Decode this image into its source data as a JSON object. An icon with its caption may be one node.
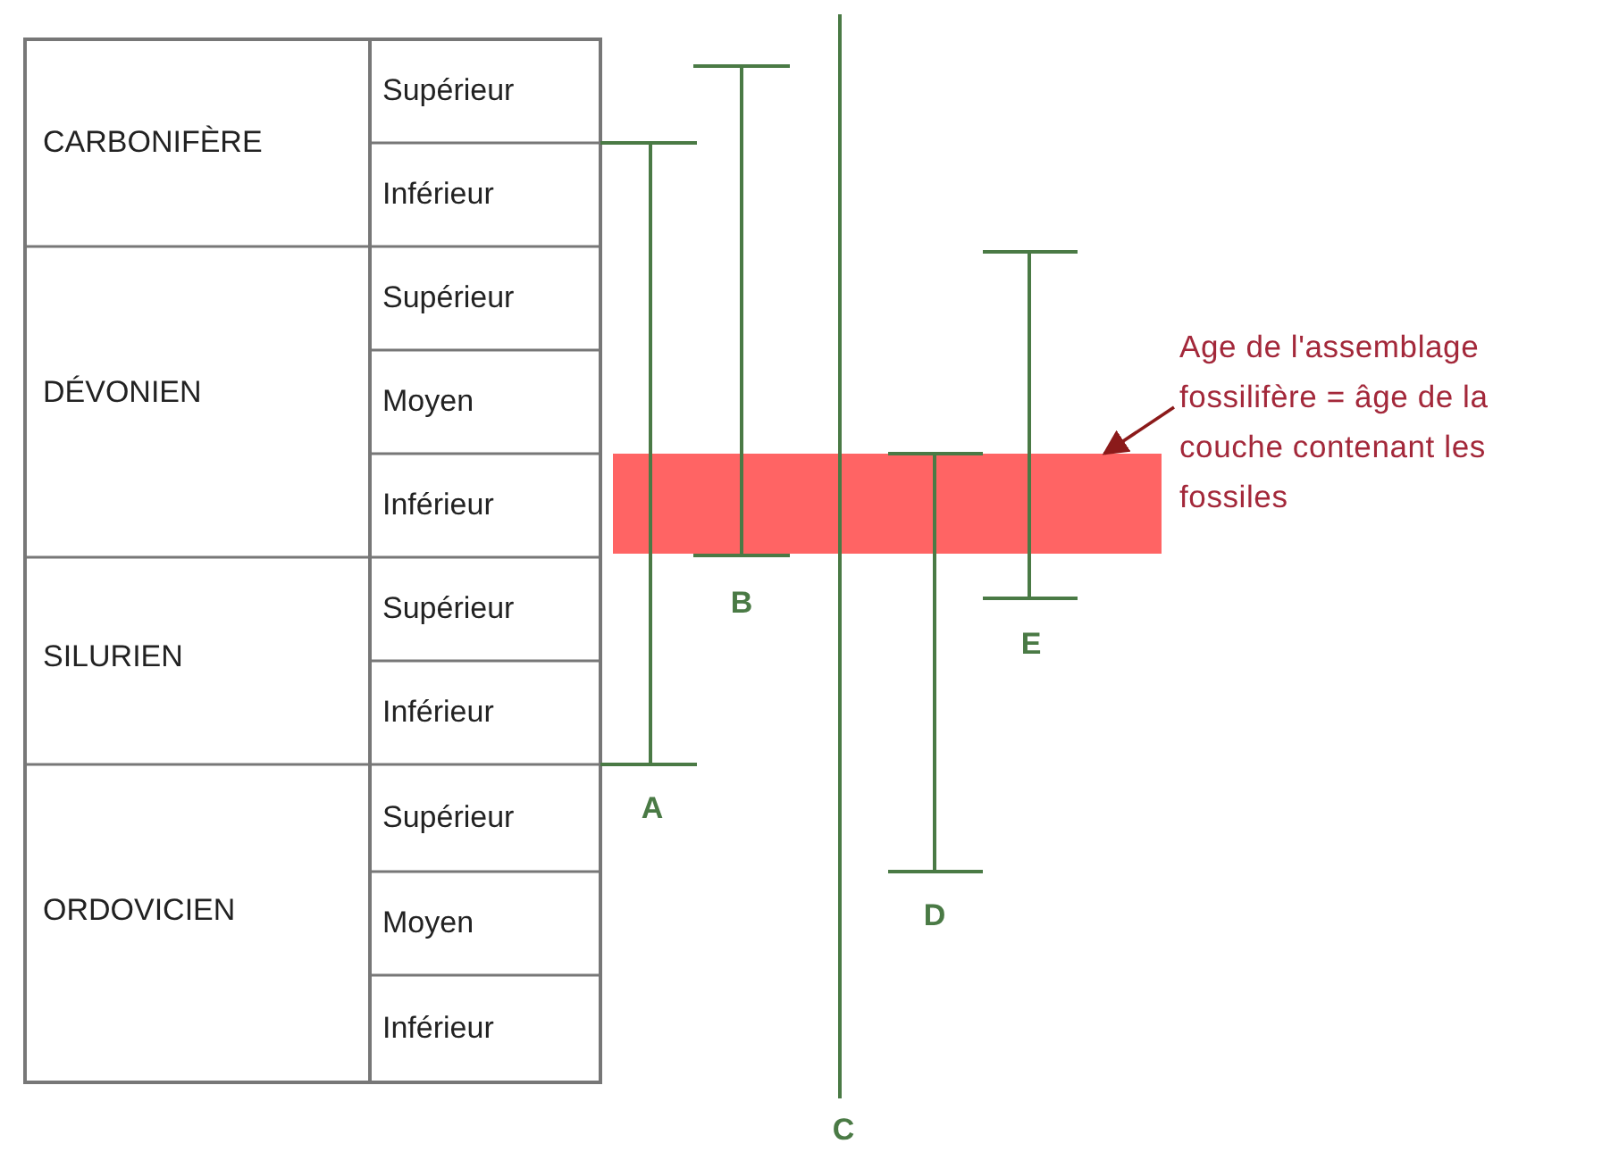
{
  "diagram": {
    "nodes": [
      {
        "text": [
          "Age de l'assemblage fossilifère = âge de la couche contenant les fossiles"
        ]
      },
      {
        "text": [],
        "shape": "bar"
      }
    ],
    "edges": [
      {
        "from": 0,
        "to": 1,
        "arrow": "to"
      }
    ],
    "labels": [
      "Supérieur",
      "CARBONIFÈRE",
      "Inférieur",
      "Supérieur",
      "DÉVONIEN",
      "Moyen",
      "Inférieur",
      "Supérieur",
      "SILURIEN",
      "Inférieur",
      "Supérieur",
      "ORDOVICIEN",
      "Moyen",
      "Inférieur",
      "B",
      "E",
      "A",
      "D",
      "C"
    ]
  }
}
